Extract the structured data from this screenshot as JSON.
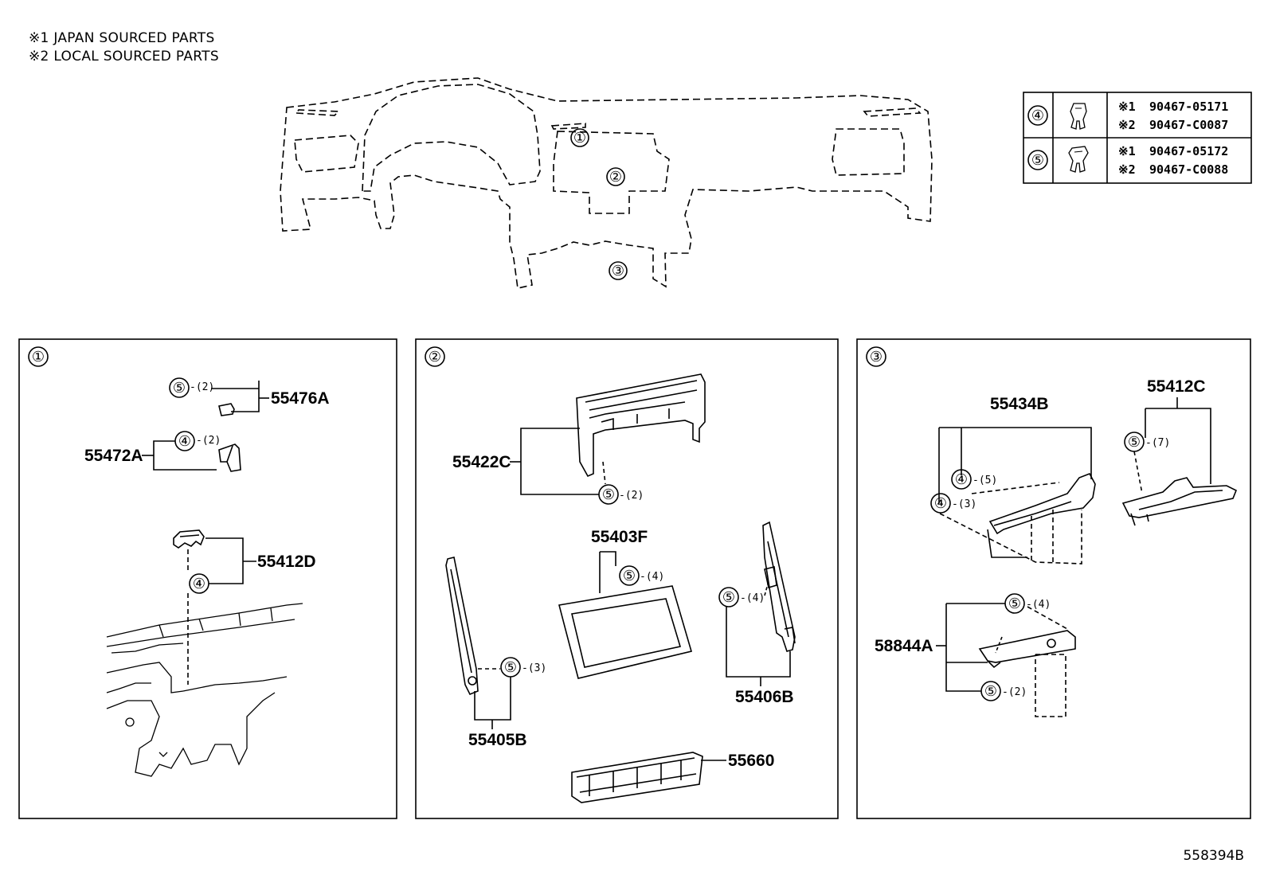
{
  "notes": {
    "note1": "※1 JAPAN SOURCED PARTS",
    "note2": "※2 LOCAL SOURCED PARTS"
  },
  "overview": {
    "callouts": [
      "①",
      "②",
      "③"
    ]
  },
  "fastener_table": {
    "rows": [
      {
        "ref": "④",
        "jp_prefix": "※1",
        "jp_part": "90467-05171",
        "local_prefix": "※2",
        "local_part": "90467-C0087"
      },
      {
        "ref": "⑤",
        "jp_prefix": "※1",
        "jp_part": "90467-05172",
        "local_prefix": "※2",
        "local_part": "90467-C0088"
      }
    ]
  },
  "panel1": {
    "label": "①",
    "parts": {
      "p55476A": "55476A",
      "p55472A": "55472A",
      "p55412D": "55412D"
    },
    "callouts": {
      "c1_ref": "⑤",
      "c1_qty": "-(2)",
      "c2_ref": "④",
      "c2_qty": "-(2)",
      "c3_ref": "④"
    }
  },
  "panel2": {
    "label": "②",
    "parts": {
      "p55422C": "55422C",
      "p55403F": "55403F",
      "p55405B": "55405B",
      "p55406B": "55406B",
      "p55660": "55660"
    },
    "callouts": {
      "c1_ref": "⑤",
      "c1_qty": "-(2)",
      "c2_ref": "⑤",
      "c2_qty": "-(4)",
      "c3_ref": "⑤",
      "c3_qty": "-(3)",
      "c4_ref": "⑤",
      "c4_qty": "-(4)"
    }
  },
  "panel3": {
    "label": "③",
    "parts": {
      "p55434B": "55434B",
      "p55412C": "55412C",
      "p58844A": "58844A"
    },
    "callouts": {
      "c1_ref": "④",
      "c1_qty": "-(5)",
      "c2_ref": "④",
      "c2_qty": "-(3)",
      "c3_ref": "⑤",
      "c3_qty": "-(7)",
      "c4_ref": "⑤",
      "c4_qty": "-(4)",
      "c5_ref": "⑤",
      "c5_qty": "-(2)"
    }
  },
  "figure_id": "558394B"
}
